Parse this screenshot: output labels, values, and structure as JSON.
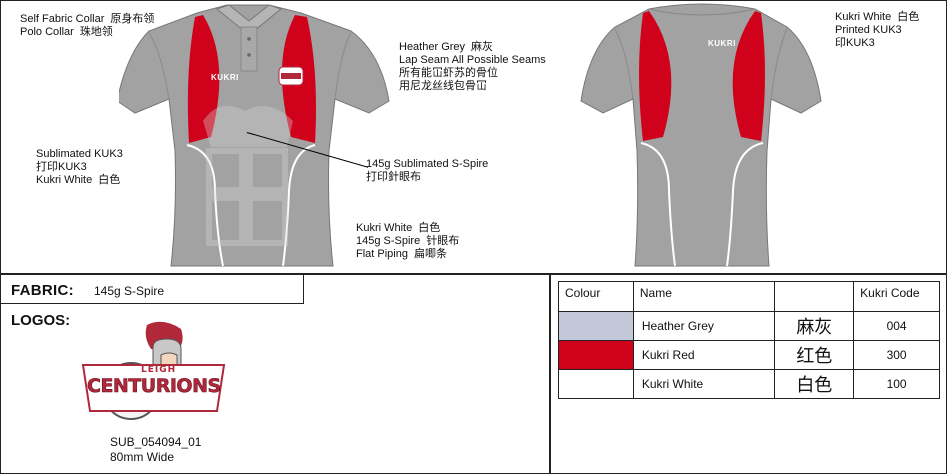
{
  "colors": {
    "heather_grey": "#9d9d9d",
    "heather_grey_swatch": "#c3c8d8",
    "kukri_red": "#d0021b",
    "kukri_white": "#ffffff",
    "logo_red": "#b0283a"
  },
  "front_labels": {
    "collar_en_1": "Self Fabric Collar",
    "collar_cn_1": "原身布领",
    "collar_en_2": "Polo Collar",
    "collar_cn_2": "珠地领",
    "seam_en_1": "Heather Grey",
    "seam_cn_1": "麻灰",
    "seam_en_2": "Lap Seam All Possible Seams",
    "seam_cn_2": "所有能冚虾苏的骨位",
    "seam_cn_3": "用尼龙丝线包骨冚",
    "sublimated_en_1": "Sublimated KUK3",
    "sublimated_cn_1": "打印KUK3",
    "sublimated_en_2": "Kukri White",
    "sublimated_cn_2": "白色",
    "spire_en": "145g Sublimated S-Spire",
    "spire_cn": "打印針眼布",
    "bottom_en_1": "Kukri White",
    "bottom_cn_1": "白色",
    "bottom_en_2": "145g S-Spire",
    "bottom_cn_2": "针眼布",
    "bottom_en_3": "Flat Piping",
    "bottom_cn_3": "扁唧条"
  },
  "back_labels": {
    "en_1": "Kukri White",
    "cn_1": "白色",
    "en_2": "Printed KUK3",
    "cn_2": "印KUK3"
  },
  "shirt_brand": "KUKRI",
  "fabric": {
    "title": "FABRIC:",
    "value": "145g S-Spire"
  },
  "logos": {
    "title": "LOGOS:",
    "logo_top_text": "LEIGH",
    "logo_main_text": "CENTURIONS",
    "code": "SUB_054094_01",
    "size": "80mm Wide"
  },
  "colour_table": {
    "headers": [
      "Colour",
      "Name",
      "",
      "Kukri Code"
    ],
    "rows": [
      {
        "name": "Heather Grey",
        "cn": "麻灰",
        "code": "004",
        "swatch": "#c3c8d8"
      },
      {
        "name": "Kukri Red",
        "cn": "红色",
        "code": "300",
        "swatch": "#d0021b"
      },
      {
        "name": "Kukri White",
        "cn": "白色",
        "code": "100",
        "swatch": "#ffffff"
      }
    ]
  }
}
